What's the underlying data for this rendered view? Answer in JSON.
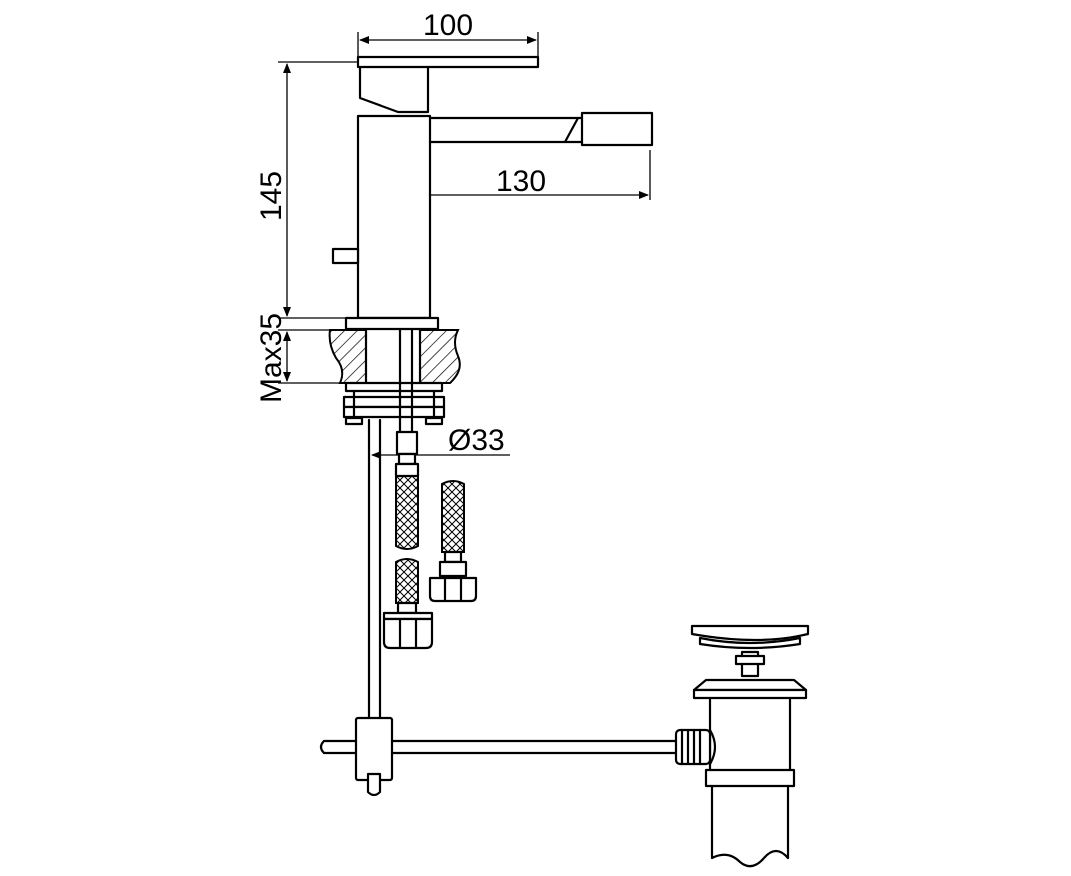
{
  "dimensions": {
    "top_width": "100",
    "spout_reach": "130",
    "body_height": "145",
    "deck_max": "Max35",
    "hole_diameter": "Ø33"
  }
}
